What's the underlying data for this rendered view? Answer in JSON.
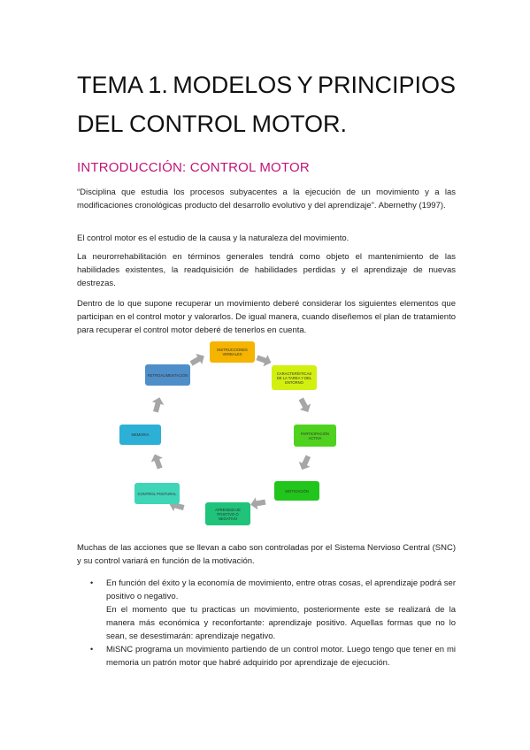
{
  "title": {
    "line1": [
      "TEMA",
      "1.",
      "MODELOS",
      "Y",
      "PRINCIPIOS"
    ],
    "line2": "DEL CONTROL MOTOR."
  },
  "section_heading": "INTRODUCCIÓN: CONTROL MOTOR",
  "paragraphs": {
    "quote": "“Disciplina que estudia los procesos subyacentes a la ejecución de un movimiento y a las modificaciones cronológicas producto del desarrollo evolutivo y del aprendizaje”. Abernethy (1997).",
    "definition": "El control motor es el estudio de la causa y la naturaleza del movimiento.",
    "neuro": "La neurorrehabilitación en términos generales tendrá como objeto el mantenimiento de las habilidades existentes, la readquisición de habilidades perdidas y el aprendizaje de nuevas destrezas.",
    "elements": "Dentro de lo que supone recuperar un movimiento deberé considerar los siguientes elementos que participan en el control motor y valorarlos. De igual manera, cuando diseñemos el plan de tratamiento para recuperar el control motor deberé de tenerlos en cuenta.",
    "acciones": "Muchas de las acciones que se llevan a cabo son controladas por el Sistema Nervioso Central (SNC) y su control variará en función de la motivación."
  },
  "diagram": {
    "nodes": [
      {
        "label": "INSTRUCCIONES VERBALES",
        "color": "#f5b400"
      },
      {
        "label": "CARACTERÍSTICAS DE LA TAREA Y DEL ENTORNO",
        "color": "#d2f010"
      },
      {
        "label": "PARTICIPACIÓN ACTIVA",
        "color": "#4fd21f"
      },
      {
        "label": "MOTIVACIÓN",
        "color": "#21c51b"
      },
      {
        "label": "APRENDIZAJE POSITIVO O NEGATIVO",
        "color": "#1fc37a"
      },
      {
        "label": "CONTROL POSTURAL",
        "color": "#3fd6b8"
      },
      {
        "label": "MEMORIA",
        "color": "#2cb0d6"
      },
      {
        "label": "RETROALIMENTACIÓN",
        "color": "#4f8fc9"
      }
    ],
    "arrow_color": "#a6a6a6"
  },
  "bullets": [
    {
      "line1": "En función del éxito y la economía de movimiento, entre otras cosas, el aprendizaje podrá ser positivo o negativo.",
      "line2": "En el momento que tu practicas un movimiento, posteriormente este se realizará de la manera más económica y reconfortante: aprendizaje positivo. Aquellas formas que no lo sean, se desestimarán: aprendizaje negativo."
    },
    {
      "line1": "MiSNC programa un movimiento partiendo de un control motor. Luego tengo que tener en mi memoria un patrón motor que habré adquirido por aprendizaje de ejecución.",
      "line2": ""
    }
  ],
  "bullet_glyph": "•"
}
